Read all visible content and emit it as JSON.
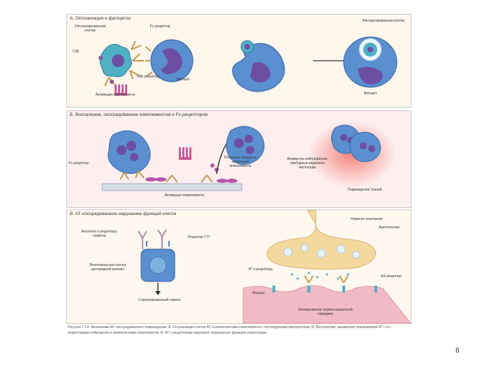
{
  "panelA": {
    "title": "А. Опсонизация и фагоцитоз",
    "labels": {
      "opsonized_cell": "Опсонизированная клетка",
      "fc_receptor": "Fc-рецептор",
      "c3b": "C3b",
      "c3b_receptor": "C3b рецептор",
      "complement_activation": "Активация комплемента",
      "phagocyte_top": "Фагоцит",
      "phagocytosed_cell": "Фагоцитированная клетка",
      "phagocyte": "Фагоцит"
    }
  },
  "panelB": {
    "title": "Б. Воспаление, опосредованное комплементом и Fc-рецептором",
    "labels": {
      "fc_receptor": "Fc-рецептор",
      "complement_products": "Побочные продукты активации комплемента",
      "neutrophil_enzymes": "Ферменты нейтрофилов, свободные радикалы кислорода",
      "complement_activation": "Активация комплемента",
      "tissue_damage": "Повреждение тканей"
    }
  },
  "panelC": {
    "title": "В. АТ-опосредованное нарушение функций клеток",
    "labels": {
      "antibody": "Антитело к рецептору гормона",
      "tsh_receptor": "Рецептор ТТГ",
      "thyroid_cell": "Эпителиальная клетка щитовидной железы",
      "stimulated_hormone": "Стимулированный гормон",
      "nerve_ending": "Нервное окончание",
      "acetylcholine": "Ацетилхолин",
      "antibody_to_receptor": "АТ к рецептору",
      "ach_receptor": "АХ-рецептор",
      "muscle": "Мышца",
      "blocked_transmission": "Блокирование нервно-мышечной передачи"
    }
  },
  "caption": "Рисунок 7.14. Механизмы АТ-опосредованного повреждения. А. Опсонизация клеток АТ и компонентами комплемента с последующим фагоцитозом. Б. Воспаление, вызванное связыванием АТ с Fc-рецепторами лейкоцитов и компонентами комплемента. В. АТ к рецепторам нарушают нормальную функцию рецепторов.",
  "page_number": "6",
  "colors": {
    "cell_blue": "#5a8fd0",
    "cell_teal": "#4fb0c6",
    "nucleus": "#6c4fa3",
    "antibody": "#c29a50",
    "terminal": "#f4d99e",
    "muscle": "#f2b9c6",
    "inflammation": "#f37a6f"
  }
}
